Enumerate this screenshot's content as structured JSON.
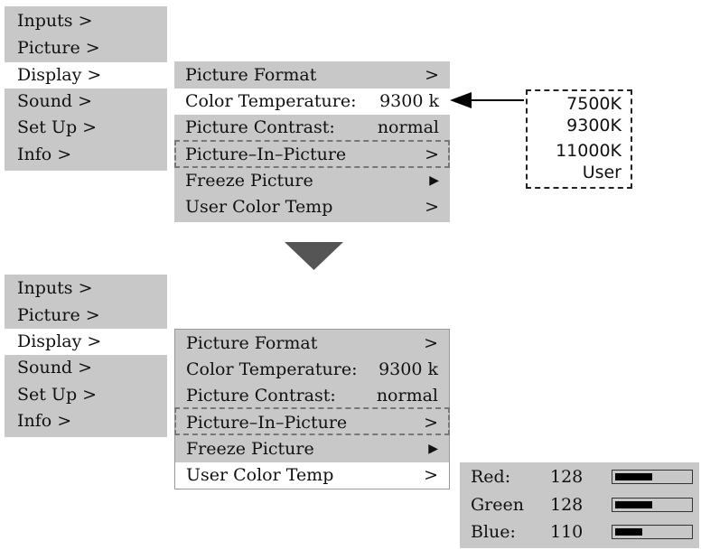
{
  "top": {
    "main_menu": [
      {
        "label": "Inputs >",
        "selected": false
      },
      {
        "label": "Picture >",
        "selected": false
      },
      {
        "label": "Display >",
        "selected": true
      },
      {
        "label": "Sound >",
        "selected": false
      },
      {
        "label": "Set Up >",
        "selected": false
      },
      {
        "label": "Info >",
        "selected": false
      }
    ],
    "sub_menu": [
      {
        "label": "Picture Format",
        "value": ">",
        "selected": false
      },
      {
        "label": "Color Temperature:",
        "value": "9300 k",
        "selected": true
      },
      {
        "label": "Picture Contrast:",
        "value": "normal",
        "selected": false
      },
      {
        "label": "Picture–In–Picture",
        "value": ">",
        "selected": false
      },
      {
        "label": "Freeze Picture",
        "value": "▶",
        "selected": false
      },
      {
        "label": "User Color Temp",
        "value": ">",
        "selected": false
      }
    ],
    "temperature_options": [
      "7500K",
      "9300K",
      "11000K",
      "User"
    ]
  },
  "bottom": {
    "main_menu": [
      {
        "label": "Inputs >",
        "selected": false
      },
      {
        "label": "Picture >",
        "selected": false
      },
      {
        "label": "Display >",
        "selected": true
      },
      {
        "label": "Sound >",
        "selected": false
      },
      {
        "label": "Set Up >",
        "selected": false
      },
      {
        "label": "Info >",
        "selected": false
      }
    ],
    "sub_menu": [
      {
        "label": "Picture Format",
        "value": ">",
        "selected": false
      },
      {
        "label": "Color Temperature:",
        "value": "9300 k",
        "selected": false
      },
      {
        "label": "Picture Contrast:",
        "value": "normal",
        "selected": false
      },
      {
        "label": "Picture–In–Picture",
        "value": ">",
        "selected": false
      },
      {
        "label": "Freeze Picture",
        "value": "▶",
        "selected": false
      },
      {
        "label": "User Color Temp",
        "value": ">",
        "selected": true
      }
    ],
    "rgb": [
      {
        "label": "Red:",
        "value": "128",
        "level": 0.5
      },
      {
        "label": "Green",
        "value": "128",
        "level": 0.5
      },
      {
        "label": "Blue:",
        "value": "110",
        "level": 0.36
      }
    ]
  },
  "colors": {
    "menu_bg": "#c8c8c8",
    "selected_bg": "#ffffff",
    "transition_arrow": "#555555"
  },
  "icons": {
    "transition": "down-triangle-icon",
    "pointer": "left-arrow-icon"
  }
}
